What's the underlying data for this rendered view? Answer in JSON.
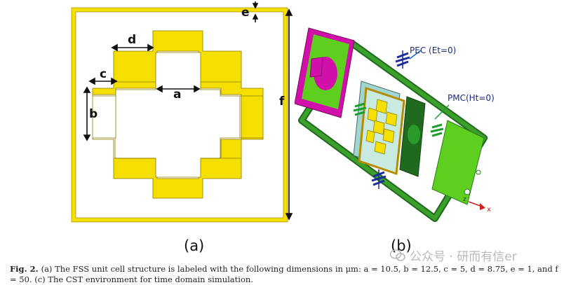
{
  "figure_a": {
    "sublabel": "(a)",
    "dimension_labels": {
      "a": "a",
      "b": "b",
      "c": "c",
      "d": "d",
      "e": "e",
      "f": "f"
    }
  },
  "figure_b": {
    "sublabel": "(b)",
    "pec_label": "PEC (Et=0)",
    "pmc_label": "PMC(Ht=0)",
    "axis_x": "x",
    "axis_z": "z"
  },
  "watermark": {
    "text": "公众号 · 研而有信er"
  },
  "caption": {
    "label": "Fig. 2.",
    "text": "(a) The FSS unit cell structure is labeled with the following dimensions in μm: a = 10.5, b = 12.5, c = 5, d = 8.75, e = 1, and f = 50. (c) The CST environment for time domain simulation."
  },
  "colors": {
    "gold": "#f5df00",
    "gold_edge": "#8a7a00",
    "green": "#5fcf1f",
    "dark_green": "#1f6a1f",
    "magenta": "#d010a8",
    "pec_blue": "#1b2a9c",
    "pmc_green": "#18a028"
  }
}
